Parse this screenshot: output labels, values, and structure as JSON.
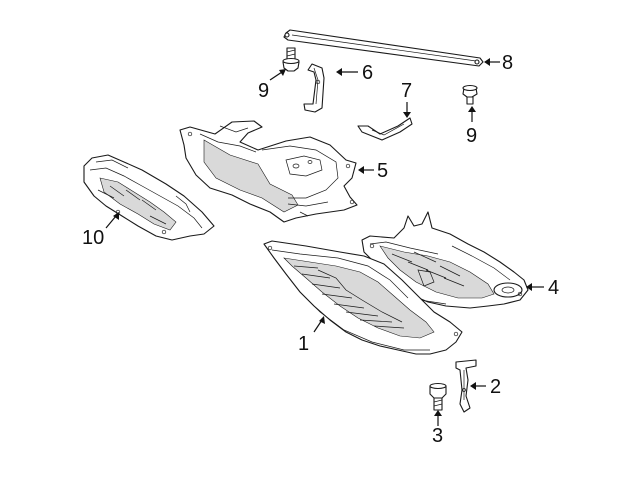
{
  "callouts": [
    {
      "id": "1",
      "label": "1",
      "part": "front-underbody-shield"
    },
    {
      "id": "2",
      "label": "2",
      "part": "shield-bracket"
    },
    {
      "id": "3",
      "label": "3",
      "part": "shield-bolt"
    },
    {
      "id": "4",
      "label": "4",
      "part": "rear-underbody-shield"
    },
    {
      "id": "5",
      "label": "5",
      "part": "engine-compartment-shield"
    },
    {
      "id": "6",
      "label": "6",
      "part": "mounting-bracket"
    },
    {
      "id": "7",
      "label": "7",
      "part": "support-bracket"
    },
    {
      "id": "8",
      "label": "8",
      "part": "reinforcement-strut"
    },
    {
      "id": "9a",
      "label": "9",
      "part": "mounting-bolt-left"
    },
    {
      "id": "9b",
      "label": "9",
      "part": "mounting-bolt-right"
    },
    {
      "id": "10",
      "label": "10",
      "part": "side-splash-shield"
    }
  ],
  "colors": {
    "line": "#1a1a1a",
    "shade": "#d9d9d9",
    "background": "#ffffff"
  }
}
